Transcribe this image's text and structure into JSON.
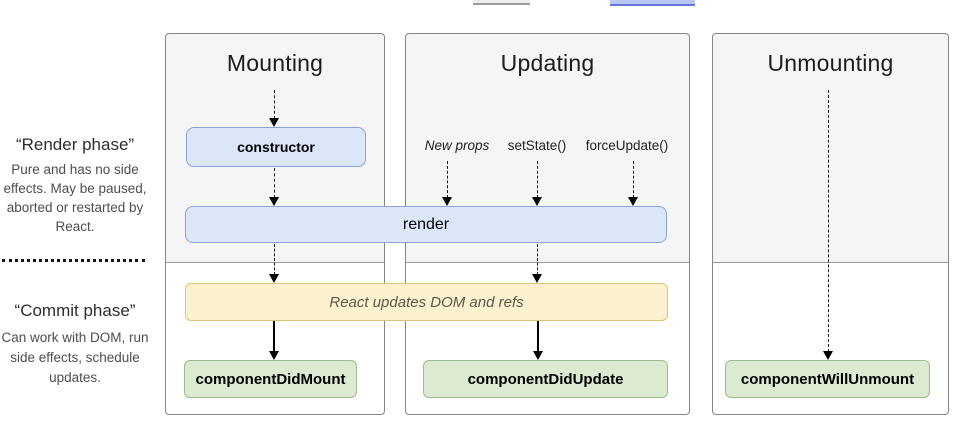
{
  "phase_labels": {
    "render_title": "“Render phase”",
    "render_description": "Pure and has no side effects. May be paused, aborted or restarted by React.",
    "commit_title": "“Commit phase”",
    "commit_description": "Can work with DOM, run side effects, schedule updates."
  },
  "columns": [
    {
      "title": "Mounting"
    },
    {
      "title": "Updating",
      "triggers": [
        "New props",
        "setState()",
        "forceUpdate()"
      ]
    },
    {
      "title": "Unmounting"
    }
  ],
  "nodes": {
    "ctor": "constructor",
    "render": "render",
    "dom_update": "React updates DOM and refs",
    "did_mount": "componentDidMount",
    "did_update": "componentDidUpdate",
    "will_unmount": "componentWillUnmount"
  },
  "colors": {
    "lifecycle_box_fill": "#dbe6f8",
    "lifecycle_box_border": "#8aa4d6",
    "dom_box_fill": "#fcf1cf",
    "dom_box_border": "#dec26e",
    "method_box_fill": "#dcead2",
    "method_box_border": "#9dbb8b",
    "column_fill": "#f5f5f5",
    "column_border": "#858585",
    "partial_button_gray": "#9c9c9c",
    "partial_button_blue": "#6377dd"
  }
}
